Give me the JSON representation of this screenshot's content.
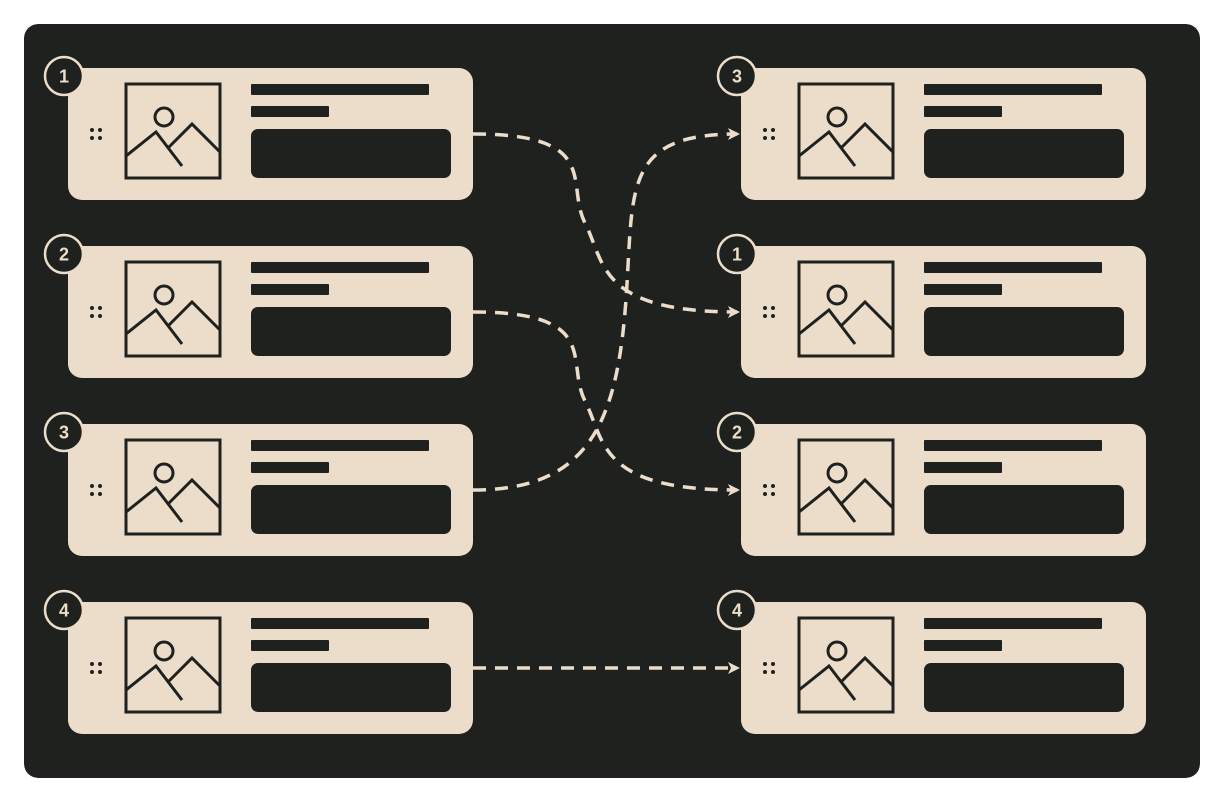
{
  "colors": {
    "panel": "#1F211F",
    "card": "#EBDDCA",
    "ink": "#1F211F",
    "connector": "#EBDDCA"
  },
  "icons": {
    "drag_handle": "drag-handle-icon",
    "image_placeholder": "image-placeholder-icon",
    "arrow": "arrowhead-icon"
  },
  "before_list": {
    "items": [
      {
        "badge": "1"
      },
      {
        "badge": "2"
      },
      {
        "badge": "3"
      },
      {
        "badge": "4"
      }
    ]
  },
  "after_list": {
    "items": [
      {
        "badge": "3"
      },
      {
        "badge": "1"
      },
      {
        "badge": "2"
      },
      {
        "badge": "4"
      }
    ]
  },
  "connections": [
    {
      "from": 0,
      "to": 1
    },
    {
      "from": 1,
      "to": 2
    },
    {
      "from": 2,
      "to": 0
    },
    {
      "from": 3,
      "to": 3
    }
  ]
}
